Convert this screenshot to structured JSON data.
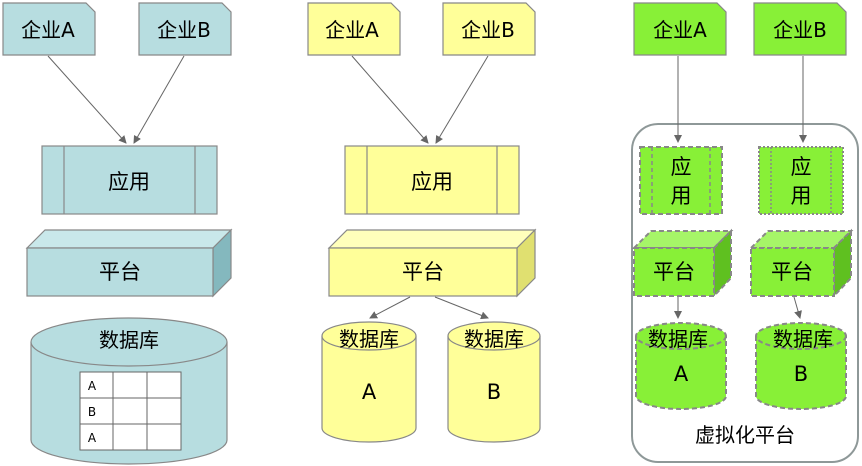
{
  "colors": {
    "blue_fill": "#b7dde0",
    "blue_dark": "#84b8be",
    "yellow_fill": "#ffff99",
    "yellow_dark": "#e0e070",
    "green_fill": "#88f037",
    "green_dark": "#5fc020",
    "stroke": "#888888",
    "virtual_border": "#8e9898"
  },
  "diagram1": {
    "tenant_a": "企业A",
    "tenant_b": "企业B",
    "app": "应用",
    "platform": "平台",
    "database": "数据库",
    "table_rows": [
      "A",
      "B",
      "A"
    ]
  },
  "diagram2": {
    "tenant_a": "企业A",
    "tenant_b": "企业B",
    "app": "应用",
    "platform": "平台",
    "db_a_title": "数据库",
    "db_a_letter": "A",
    "db_b_title": "数据库",
    "db_b_letter": "B"
  },
  "diagram3": {
    "tenant_a": "企业A",
    "tenant_b": "企业B",
    "app_a": "应\n用",
    "app_b": "应\n用",
    "platform_a": "平台",
    "platform_b": "平台",
    "db_a_title": "数据库",
    "db_a_letter": "A",
    "db_b_title": "数据库",
    "db_b_letter": "B",
    "container_label": "虚拟化平台"
  }
}
